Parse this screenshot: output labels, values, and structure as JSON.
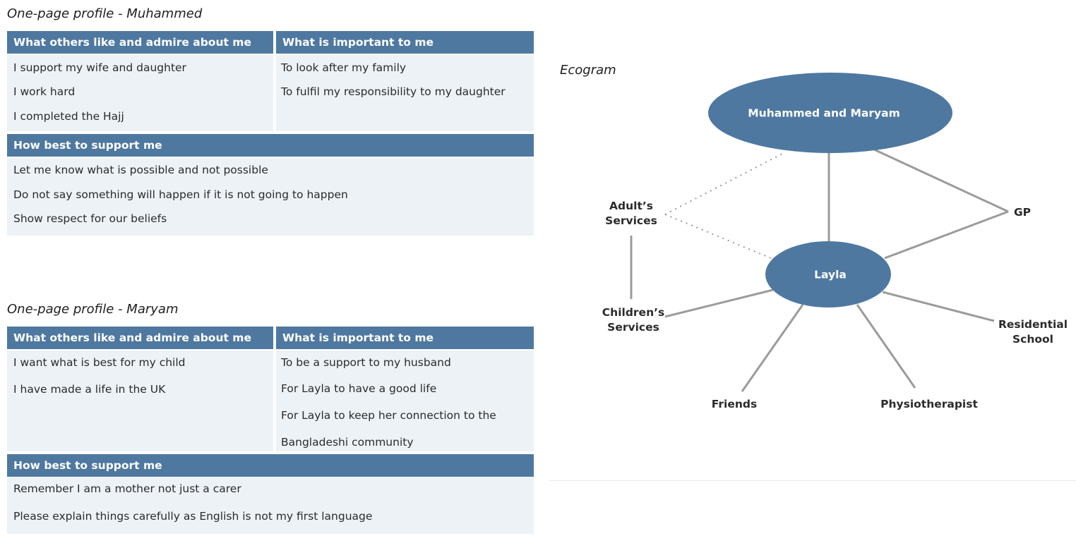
{
  "muhammed": {
    "title": "One-page profile - Muhammed",
    "admire_header": "What others like and admire about me",
    "important_header": "What is important to me",
    "support_header": "How best to support me",
    "admire": [
      "I support my wife and daughter",
      "I work hard",
      "I completed the Hajj"
    ],
    "important": [
      "To look after my family",
      "To fulfil my responsibility to my daughter"
    ],
    "support": [
      "Let me know what is possible and not possible",
      "Do not say something will happen if it is not going to happen",
      "Show respect for our beliefs"
    ]
  },
  "maryam": {
    "title": "One-page profile - Maryam",
    "admire_header": "What others like and admire about me",
    "important_header": "What is important to me",
    "support_header": "How best to support me",
    "admire": [
      "I want what is best for my child",
      "I have made a life in the UK"
    ],
    "important": [
      "To be a support to my husband",
      "For Layla to have a good life",
      "For Layla to keep her connection to the",
      "Bangladeshi community"
    ],
    "support": [
      "Remember I am a mother not just a carer",
      "Please explain things carefully as English is not my first language"
    ]
  },
  "ecogram": {
    "title": "Ecogram",
    "parents": "Muhammed and Maryam",
    "child": "Layla",
    "adults_services": [
      "Adult’s",
      "Services"
    ],
    "gp": "GP",
    "childrens_services": [
      "Children’s",
      "Services"
    ],
    "residential_school": [
      "Residential",
      "School"
    ],
    "friends": "Friends",
    "physiotherapist": "Physiotherapist",
    "colors": {
      "node_fill": "#4e78a0",
      "line": "#9b9b9b",
      "node_text": "#ffffff"
    }
  }
}
